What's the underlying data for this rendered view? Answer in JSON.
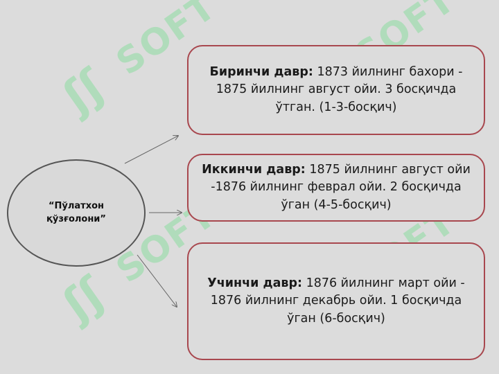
{
  "center": {
    "label_line1": "“Пўлатхон",
    "label_line2": "қўзғолони”"
  },
  "periods": [
    {
      "title": "Биринчи давр:",
      "text": " 1873 йилнинг бахори - 1875 йилнинг август ойи. 3 босқичда ўтган. (1-3-босқич)"
    },
    {
      "title": "Иккинчи давр:",
      "text": " 1875 йилнинг август ойи -1876 йилнинг феврал ойи. 2 босқичда ўган (4-5-босқич)"
    },
    {
      "title": "Учинчи давр:",
      "text": " 1876 йилнинг март ойи - 1876 йилнинг декабрь ойи. 1 босқичда  ўган (6-босқич)"
    }
  ],
  "watermark": {
    "glyph": "ʃʃ",
    "text": "SOFT"
  },
  "colors": {
    "box_border": "#a8474e",
    "ellipse_border": "#555555",
    "background": "#dcdcdc",
    "watermark": "#8cdca0"
  }
}
